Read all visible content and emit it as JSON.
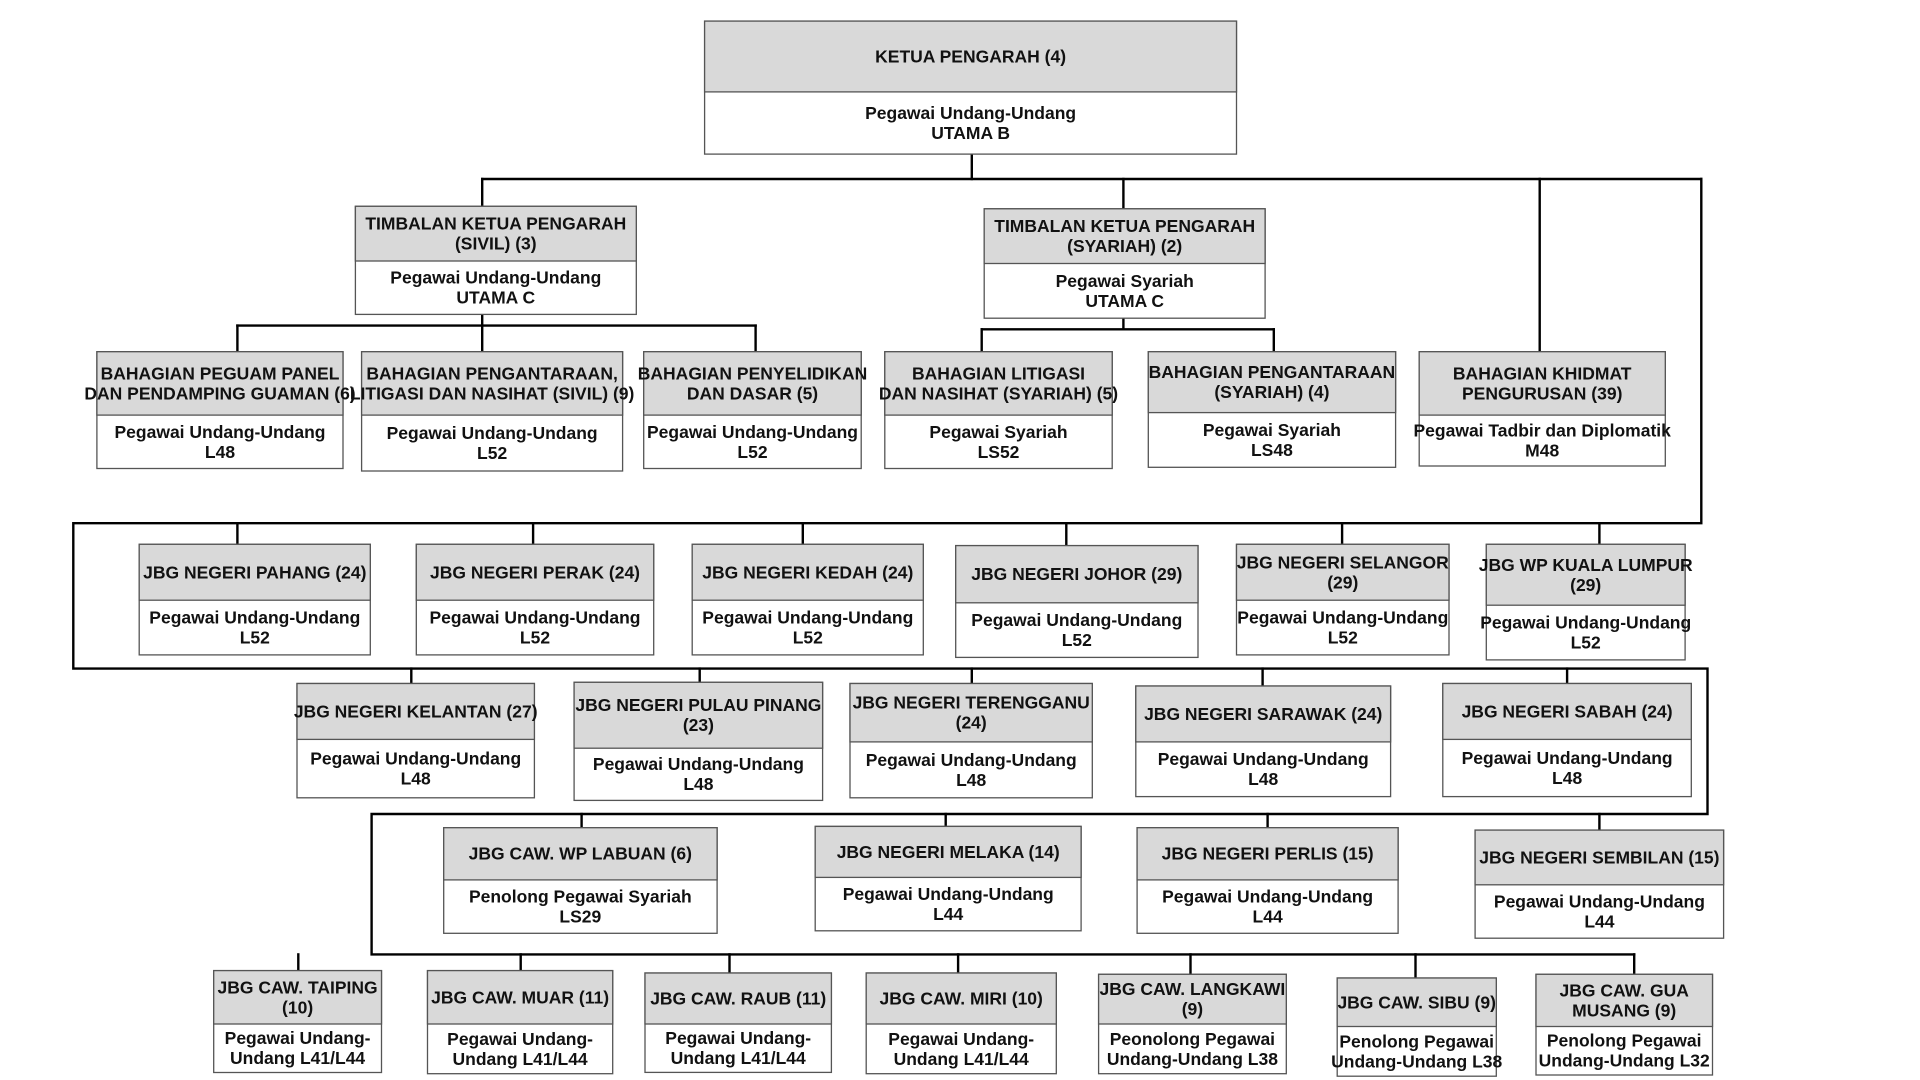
{
  "nodes": [
    {
      "id": "ketua-pengarah",
      "title": [
        "KETUA PENGARAH (4)"
      ],
      "body": [
        "Pegawai Undang-Undang",
        "UTAMA B"
      ]
    },
    {
      "id": "timbalan-sivil",
      "title": [
        "TIMBALAN KETUA  PENGARAH",
        "(SIVIL)  (3)"
      ],
      "body": [
        "Pegawai Undang-Undang",
        "UTAMA C"
      ]
    },
    {
      "id": "timbalan-syariah",
      "title": [
        "TIMBALAN KETUA  PENGARAH",
        "(SYARIAH) (2)"
      ],
      "body": [
        "Pegawai Syariah",
        "UTAMA C"
      ]
    },
    {
      "id": "bahagian-peguam-panel",
      "title": [
        "BAHAGIAN PEGUAM PANEL",
        "DAN PENDAMPING GUAMAN (6)"
      ],
      "body": [
        "Pegawai Undang-Undang",
        "L48"
      ]
    },
    {
      "id": "bahagian-pengantaraan-sivil",
      "title": [
        "BAHAGIAN PENGANTARAAN,",
        "LITIGASI DAN NASIHAT (SIVIL) (9)"
      ],
      "body": [
        "Pegawai Undang-Undang",
        "L52"
      ]
    },
    {
      "id": "bahagian-penyelidikan",
      "title": [
        "BAHAGIAN PENYELIDIKAN",
        "DAN DASAR (5)"
      ],
      "body": [
        "Pegawai Undang-Undang",
        "L52"
      ]
    },
    {
      "id": "bahagian-litigasi-syariah",
      "title": [
        "BAHAGIAN LITIGASI",
        "DAN NASIHAT (SYARIAH) (5)"
      ],
      "body": [
        "Pegawai Syariah",
        "LS52"
      ]
    },
    {
      "id": "bahagian-pengantaraan-syariah",
      "title": [
        "BAHAGIAN PENGANTARAAN",
        "(SYARIAH) (4)"
      ],
      "body": [
        "Pegawai Syariah",
        "LS48"
      ]
    },
    {
      "id": "bahagian-khidmat-pengurusan",
      "title": [
        "BAHAGIAN KHIDMAT",
        "PENGURUSAN (39)"
      ],
      "body": [
        "Pegawai Tadbir dan Diplomatik",
        "M48"
      ]
    },
    {
      "id": "jbg-pahang",
      "title": [
        "JBG NEGERI PAHANG (24)"
      ],
      "body": [
        "Pegawai Undang-Undang",
        "L52"
      ]
    },
    {
      "id": "jbg-perak",
      "title": [
        "JBG NEGERI PERAK (24)"
      ],
      "body": [
        "Pegawai Undang-Undang",
        "L52"
      ]
    },
    {
      "id": "jbg-kedah",
      "title": [
        "JBG NEGERI KEDAH (24)"
      ],
      "body": [
        "Pegawai Undang-Undang",
        "L52"
      ]
    },
    {
      "id": "jbg-johor",
      "title": [
        "JBG NEGERI JOHOR (29)"
      ],
      "body": [
        "Pegawai Undang-Undang",
        "L52"
      ]
    },
    {
      "id": "jbg-selangor",
      "title": [
        "JBG NEGERI SELANGOR",
        "(29)"
      ],
      "body": [
        "Pegawai Undang-Undang",
        "L52"
      ]
    },
    {
      "id": "jbg-kuala-lumpur",
      "title": [
        "JBG WP KUALA LUMPUR",
        "(29)"
      ],
      "body": [
        "Pegawai Undang-Undang",
        "L52"
      ]
    },
    {
      "id": "jbg-kelantan",
      "title": [
        "JBG NEGERI KELANTAN (27)"
      ],
      "body": [
        "Pegawai Undang-Undang",
        "L48"
      ]
    },
    {
      "id": "jbg-pulau-pinang",
      "title": [
        "JBG NEGERI PULAU PINANG",
        "(23)"
      ],
      "body": [
        "Pegawai Undang-Undang",
        "L48"
      ]
    },
    {
      "id": "jbg-terengganu",
      "title": [
        "JBG NEGERI TERENGGANU",
        "(24)"
      ],
      "body": [
        "Pegawai Undang-Undang",
        "L48"
      ]
    },
    {
      "id": "jbg-sarawak",
      "title": [
        "JBG NEGERI SARAWAK (24)"
      ],
      "body": [
        "Pegawai Undang-Undang",
        "L48"
      ]
    },
    {
      "id": "jbg-sabah",
      "title": [
        "JBG NEGERI SABAH (24)"
      ],
      "body": [
        "Pegawai Undang-Undang",
        "L48"
      ]
    },
    {
      "id": "jbg-labuan",
      "title": [
        "JBG CAW. WP LABUAN (6)"
      ],
      "body": [
        "Penolong Pegawai Syariah",
        "LS29"
      ]
    },
    {
      "id": "jbg-melaka",
      "title": [
        "JBG NEGERI MELAKA (14)"
      ],
      "body": [
        "Pegawai Undang-Undang",
        "L44"
      ]
    },
    {
      "id": "jbg-perlis",
      "title": [
        "JBG NEGERI PERLIS (15)"
      ],
      "body": [
        "Pegawai Undang-Undang",
        "L44"
      ]
    },
    {
      "id": "jbg-sembilan",
      "title": [
        "JBG NEGERI SEMBILAN (15)"
      ],
      "body": [
        "Pegawai Undang-Undang",
        "L44"
      ]
    },
    {
      "id": "jbg-taiping",
      "title": [
        "JBG CAW. TAIPING",
        "(10)"
      ],
      "body": [
        "Pegawai Undang-",
        "Undang L41/L44"
      ]
    },
    {
      "id": "jbg-muar",
      "title": [
        "JBG CAW. MUAR (11)"
      ],
      "body": [
        "Pegawai Undang-",
        "Undang L41/L44"
      ]
    },
    {
      "id": "jbg-raub",
      "title": [
        "JBG CAW. RAUB (11)"
      ],
      "body": [
        "Pegawai Undang-",
        "Undang L41/L44"
      ]
    },
    {
      "id": "jbg-miri",
      "title": [
        "JBG CAW. MIRI (10)"
      ],
      "body": [
        "Pegawai Undang-",
        "Undang L41/L44"
      ]
    },
    {
      "id": "jbg-langkawi",
      "title": [
        "JBG CAW. LANGKAWI",
        "(9)"
      ],
      "body": [
        "Peonolong Pegawai",
        "Undang-Undang L38"
      ]
    },
    {
      "id": "jbg-sibu",
      "title": [
        "JBG CAW. SIBU (9)"
      ],
      "body": [
        "Penolong Pegawai",
        "Undang-Undang L38"
      ]
    },
    {
      "id": "jbg-gua-musang",
      "title": [
        "JBG CAW. GUA",
        "MUSANG (9)"
      ],
      "body": [
        "Penolong Pegawai",
        "Undang-Undang L32"
      ]
    }
  ]
}
